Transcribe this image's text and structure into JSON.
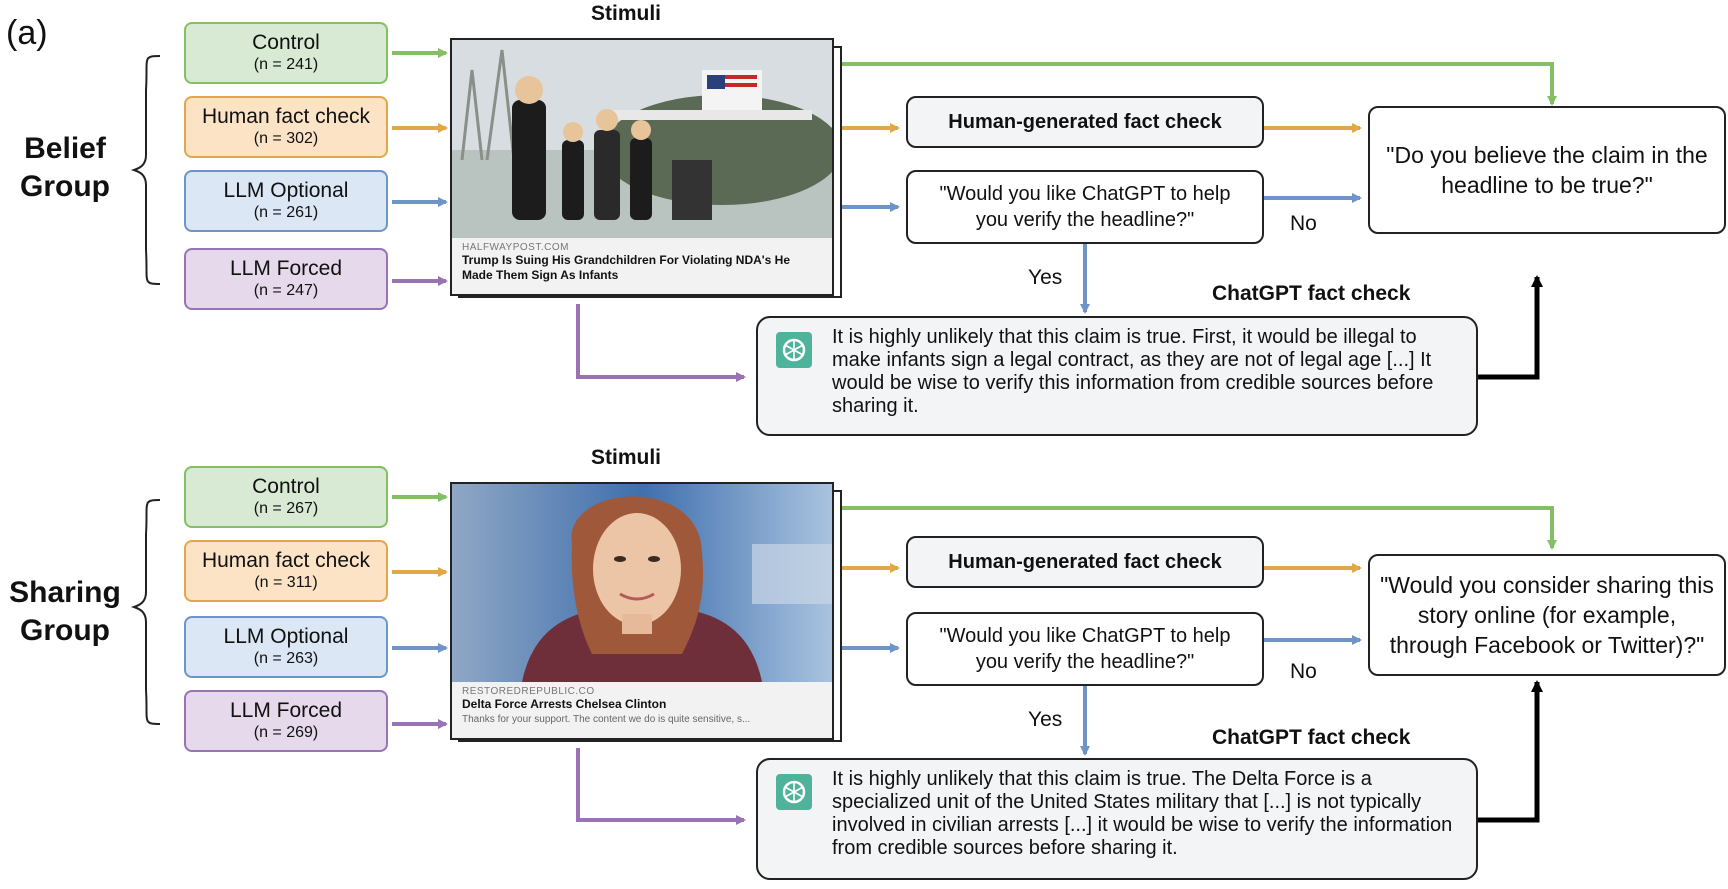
{
  "panel_label": "(a)",
  "stimuli_label": "Stimuli",
  "groups": [
    {
      "name_line1": "Belief",
      "name_line2": "Group",
      "conditions": [
        {
          "label": "Control",
          "n": "(n = 241)",
          "color": "#84bf63"
        },
        {
          "label": "Human fact check",
          "n": "(n = 302)",
          "color": "#e0a84a"
        },
        {
          "label": "LLM Optional",
          "n": "(n = 261)",
          "color": "#6f94c8"
        },
        {
          "label": "LLM Forced",
          "n": "(n = 247)",
          "color": "#9a73b4"
        }
      ],
      "stimulus": {
        "source": "HALFWAYPOST.COM",
        "headline": "Trump Is Suing His Grandchildren For Violating NDA's He Made Them Sign As Infants",
        "subtext": ""
      },
      "human_fact_check": "Human-generated fact check",
      "llm_question": "\"Would you like ChatGPT to help you verify the headline?\"",
      "yes_label": "Yes",
      "no_label": "No",
      "chatgpt_title": "ChatGPT fact check",
      "chatgpt_text": "It is highly unlikely that this claim is true. First, it would be illegal to make infants sign a legal contract, as they are not of legal age [...] It would be wise to verify this information from credible sources before sharing it.",
      "final_question": "\"Do you believe the claim in the headline to be true?\""
    },
    {
      "name_line1": "Sharing",
      "name_line2": "Group",
      "conditions": [
        {
          "label": "Control",
          "n": "(n = 267)",
          "color": "#84bf63"
        },
        {
          "label": "Human fact check",
          "n": "(n = 311)",
          "color": "#e0a84a"
        },
        {
          "label": "LLM Optional",
          "n": "(n = 263)",
          "color": "#6f94c8"
        },
        {
          "label": "LLM Forced",
          "n": "(n = 269)",
          "color": "#9a73b4"
        }
      ],
      "stimulus": {
        "source": "RESTOREDREPUBLIC.CO",
        "headline": "Delta Force Arrests Chelsea Clinton",
        "subtext": "Thanks for your support. The content we do is quite sensitive, s..."
      },
      "human_fact_check": "Human-generated fact check",
      "llm_question": "\"Would you like ChatGPT to help you verify the headline?\"",
      "yes_label": "Yes",
      "no_label": "No",
      "chatgpt_title": "ChatGPT fact check",
      "chatgpt_text": "It is highly unlikely that this claim is true. The Delta Force is a specialized unit of the United States military that [...] is not typically involved in civilian arrests [...] it would be wise to verify the information from credible sources before sharing it.",
      "final_question": "\"Would you consider sharing this story online (for example, through Facebook or Twitter)?\""
    }
  ],
  "colors": {
    "green": "#84bf63",
    "orange": "#e0a84a",
    "blue": "#6f94c8",
    "purple": "#9a73b4",
    "black": "#000000",
    "chatgpt_logo": "#4fb39b"
  },
  "icons": [
    "chatgpt-logo-icon"
  ]
}
